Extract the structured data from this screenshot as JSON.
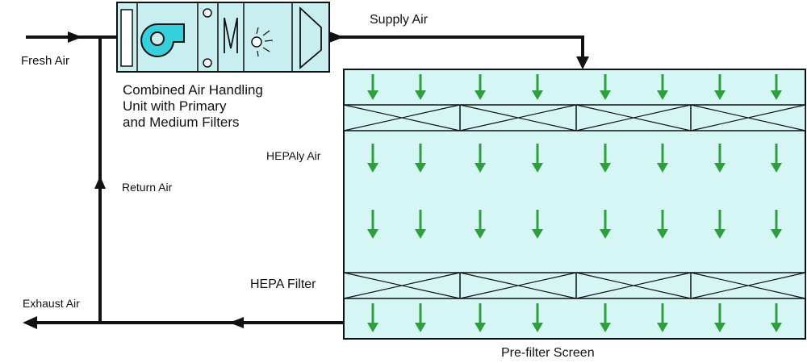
{
  "labels": {
    "fresh_air": "Fresh Air",
    "supply_air": "Supply Air",
    "ahu_line1": "Combined Air Handling",
    "ahu_line2": "Unit with Primary",
    "ahu_line3": "and Medium Filters",
    "hepaly_air": "HEPAly Air",
    "return_air": "Return Air",
    "hepa_filter": "HEPA Filter",
    "exhaust_air": "Exhaust Air",
    "prefilter_screen": "Pre-filter Screen"
  },
  "icons": [
    "fan-icon",
    "filter-icon",
    "lamp-icon",
    "arrow-icon"
  ],
  "colors": {
    "room_fill": "#d6f5f5",
    "ahu_fill": "#c8eef0",
    "fan_fill": "#35d0dc",
    "airflow_arrow": "#2e9e3e",
    "duct": "#111111"
  }
}
